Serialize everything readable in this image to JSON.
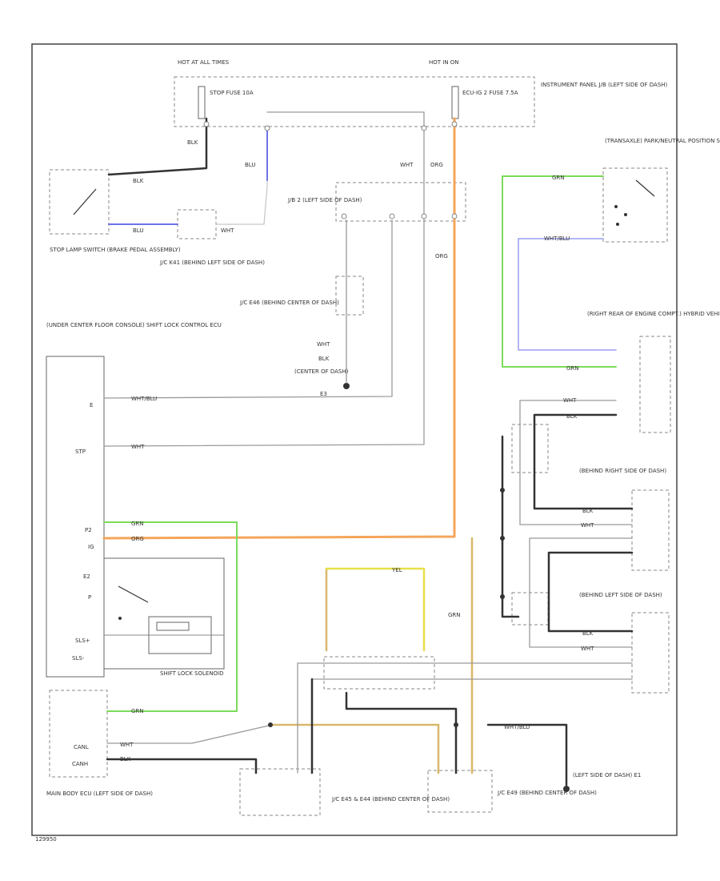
{
  "labels": {
    "hot_at_all_times": "HOT AT ALL TIMES",
    "hot_in_on": "HOT IN ON",
    "stop_fuse": "STOP FUSE 10A",
    "ecu_ig2_fuse": "ECU-IG 2 FUSE 7.5A",
    "instrument_panel_jb": "INSTRUMENT PANEL J/B (LEFT SIDE OF DASH)",
    "transaxle_switch": "(TRANSAXLE) PARK/NEUTRAL POSITION SWITCH",
    "stop_lamp_switch": "STOP LAMP SWITCH (BRAKE PEDAL ASSEMBLY)",
    "jc_behind_left": "J/C K41 (BEHIND LEFT SIDE OF DASH)",
    "jb2_left": "J/B 2 (LEFT SIDE OF DASH)",
    "jc_behind_center": "J/C E46 (BEHIND CENTER OF DASH)",
    "center_of_dash": "(CENTER OF DASH)",
    "e3": "E3",
    "hv_controller": "(RIGHT REAR OF ENGINE COMPT.) HYBRID VEHICLE CONTROLLER",
    "shift_lock_controller": "(UNDER CENTER FLOOR CONSOLE) SHIFT LOCK CONTROL ECU",
    "shift_lock_solenoid": "SHIFT LOCK SOLENOID",
    "behind_right_dash": "(BEHIND RIGHT SIDE OF DASH)",
    "behind_left_dash": "(BEHIND LEFT SIDE OF DASH)",
    "main_body_ecu": "MAIN BODY ECU (LEFT SIDE OF DASH)",
    "jc_center_e45": "J/C E45 & E44 (BEHIND CENTER OF DASH)",
    "jc_center_e49": "J/C E49 (BEHIND CENTER OF DASH)",
    "left_side_dash_e1": "(LEFT SIDE OF DASH) E1",
    "pin_e": "E",
    "pin_stp": "STP",
    "pin_p2": "P2",
    "pin_ig": "IG",
    "pin_e2": "E2",
    "pin_p": "P",
    "pin_sls_plus": "SLS+",
    "pin_sls_minus": "SLS-",
    "pin_canl": "CANL",
    "pin_canh": "CANH",
    "wire_blk": "BLK",
    "wire_wht": "WHT",
    "wire_blu": "BLU",
    "wire_org": "ORG",
    "wire_grn": "GRN",
    "wire_wht_blu": "WHT/BLU",
    "wire_yel": "YEL",
    "part_code": "129950"
  },
  "colors": {
    "black_wire": "#333333",
    "orange_wire": "#f5a55a",
    "green_wire": "#7cdb5a",
    "blue_wire": "#6e73e6",
    "tan_wire": "#d9b86a",
    "yellow_wire": "#e6e04a"
  }
}
